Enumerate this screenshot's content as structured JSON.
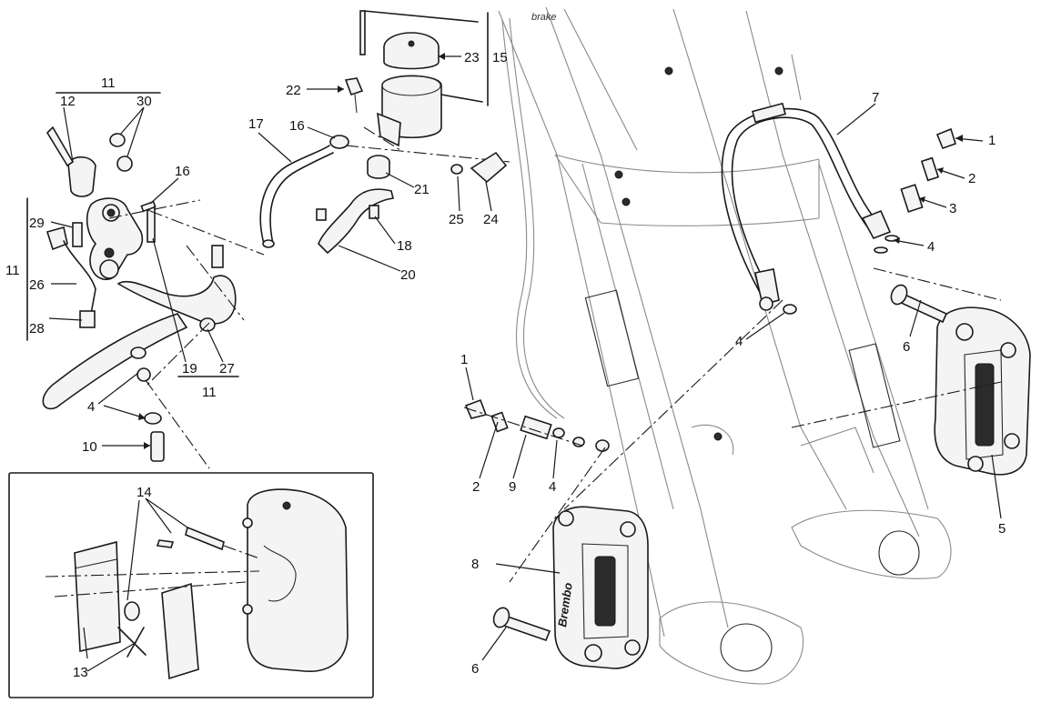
{
  "diagram": {
    "callouts": [
      {
        "id": "c1a",
        "text": "1"
      },
      {
        "id": "c2a",
        "text": "2"
      },
      {
        "id": "c3a",
        "text": "3"
      },
      {
        "id": "c4a",
        "text": "4"
      },
      {
        "id": "c5",
        "text": "5"
      },
      {
        "id": "c6a",
        "text": "6"
      },
      {
        "id": "c7",
        "text": "7"
      },
      {
        "id": "c4b",
        "text": "4"
      },
      {
        "id": "c1b",
        "text": "1"
      },
      {
        "id": "c2b",
        "text": "2"
      },
      {
        "id": "c9",
        "text": "9"
      },
      {
        "id": "c4c",
        "text": "4"
      },
      {
        "id": "c8",
        "text": "8"
      },
      {
        "id": "c6b",
        "text": "6"
      },
      {
        "id": "c11top",
        "text": "11"
      },
      {
        "id": "c12",
        "text": "12"
      },
      {
        "id": "c30",
        "text": "30"
      },
      {
        "id": "c16a",
        "text": "16"
      },
      {
        "id": "c29",
        "text": "29"
      },
      {
        "id": "c11left",
        "text": "11"
      },
      {
        "id": "c26",
        "text": "26"
      },
      {
        "id": "c28",
        "text": "28"
      },
      {
        "id": "c19",
        "text": "19"
      },
      {
        "id": "c27",
        "text": "27"
      },
      {
        "id": "c11bottom",
        "text": "11"
      },
      {
        "id": "c4d",
        "text": "4"
      },
      {
        "id": "c10",
        "text": "10"
      },
      {
        "id": "c17",
        "text": "17"
      },
      {
        "id": "c16b",
        "text": "16"
      },
      {
        "id": "c22",
        "text": "22"
      },
      {
        "id": "c23",
        "text": "23"
      },
      {
        "id": "c15",
        "text": "15"
      },
      {
        "id": "c21",
        "text": "21"
      },
      {
        "id": "c18",
        "text": "18"
      },
      {
        "id": "c20",
        "text": "20"
      },
      {
        "id": "c25",
        "text": "25"
      },
      {
        "id": "c24",
        "text": "24"
      },
      {
        "id": "c14",
        "text": "14"
      },
      {
        "id": "c13",
        "text": "13"
      }
    ],
    "sketch_mark": "brake",
    "caliper_brand": "Brembo"
  }
}
